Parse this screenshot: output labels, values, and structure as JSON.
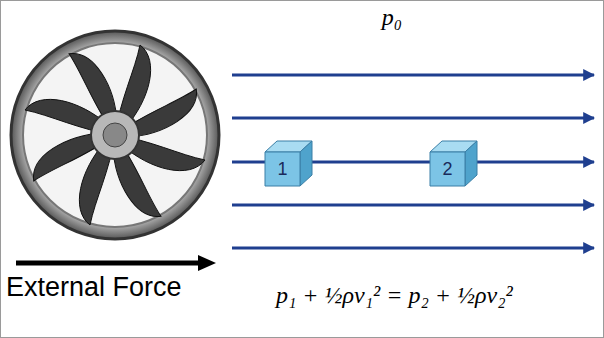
{
  "diagram": {
    "nodes": [
      {
        "text": [
          "1"
        ]
      },
      {
        "text": [
          "2"
        ]
      }
    ],
    "labels": [
      "p₀",
      "External Force",
      "p₁ + ½ρv₁² = p₂ + ½ρv₂²"
    ]
  }
}
